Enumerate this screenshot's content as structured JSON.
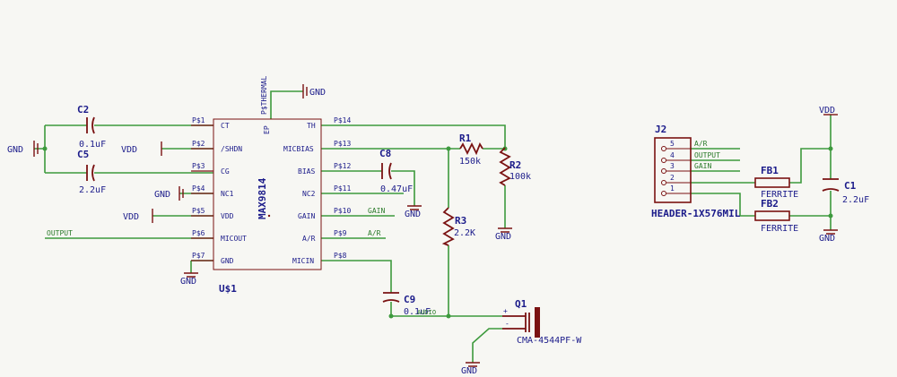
{
  "u1": {
    "ref": "U$1",
    "part": "MAX9814",
    "pins_left": [
      {
        "num": "P$1",
        "name": "CT"
      },
      {
        "num": "P$2",
        "name": "/SHDN"
      },
      {
        "num": "P$3",
        "name": "CG"
      },
      {
        "num": "P$4",
        "name": "NC1"
      },
      {
        "num": "P$5",
        "name": "VDD"
      },
      {
        "num": "P$6",
        "name": "MICOUT"
      },
      {
        "num": "P$7",
        "name": "GND"
      }
    ],
    "pins_right": [
      {
        "num": "P$14",
        "name": "TH"
      },
      {
        "num": "P$13",
        "name": "MICBIAS"
      },
      {
        "num": "P$12",
        "name": "BIAS"
      },
      {
        "num": "P$11",
        "name": "NC2"
      },
      {
        "num": "P$10",
        "name": "GAIN"
      },
      {
        "num": "P$9",
        "name": "A/R"
      },
      {
        "num": "P$8",
        "name": "MICIN"
      }
    ],
    "top_pin": {
      "name": "EP",
      "label": "P$THERMAL"
    }
  },
  "components": {
    "c2": {
      "ref": "C2",
      "value": "0.1uF"
    },
    "c5": {
      "ref": "C5",
      "value": "2.2uF"
    },
    "c8": {
      "ref": "C8",
      "value": "0.47uF"
    },
    "c9": {
      "ref": "C9",
      "value": "0.1uF"
    },
    "c1": {
      "ref": "C1",
      "value": "2.2uF"
    },
    "r1": {
      "ref": "R1",
      "value": "150k"
    },
    "r2": {
      "ref": "R2",
      "value": "100k"
    },
    "r3": {
      "ref": "R3",
      "value": "2.2K"
    },
    "q1": {
      "ref": "Q1",
      "value": "CMA-4544PF-W",
      "plus": "+",
      "minus": "-"
    },
    "fb1": {
      "ref": "FB1",
      "value": "FERRITE"
    },
    "fb2": {
      "ref": "FB2",
      "value": "FERRITE"
    },
    "j2": {
      "ref": "J2",
      "value": "HEADER-1X576MIL",
      "pins": [
        "5",
        "4",
        "3",
        "2",
        "1"
      ]
    }
  },
  "power": {
    "gnd": "GND",
    "vdd": "VDD"
  },
  "nets": {
    "output": "OUTPUT",
    "gain": "GAIN",
    "ar": "A/R",
    "audio_in": "AUDIO"
  }
}
